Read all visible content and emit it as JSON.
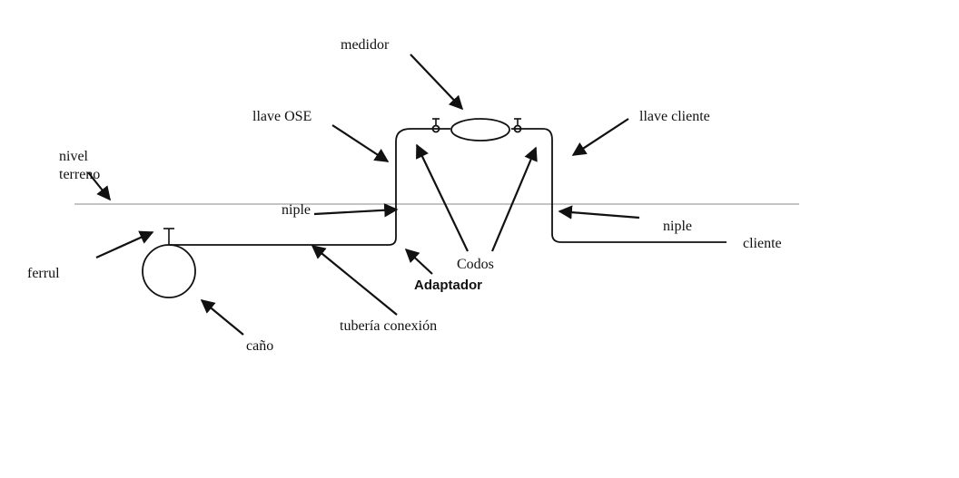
{
  "labels": {
    "medidor": "medidor",
    "llave_ose": "llave OSE",
    "llave_cliente": "llave cliente",
    "nivel": "nivel",
    "terreno": "terreno",
    "niple_left": "niple",
    "niple_right": "niple",
    "cliente": "cliente",
    "ferrul": "ferrul",
    "codos": "Codos",
    "adaptador": "Adaptador",
    "tuberia_conexion": "tubería conexión",
    "cano": "caño"
  }
}
